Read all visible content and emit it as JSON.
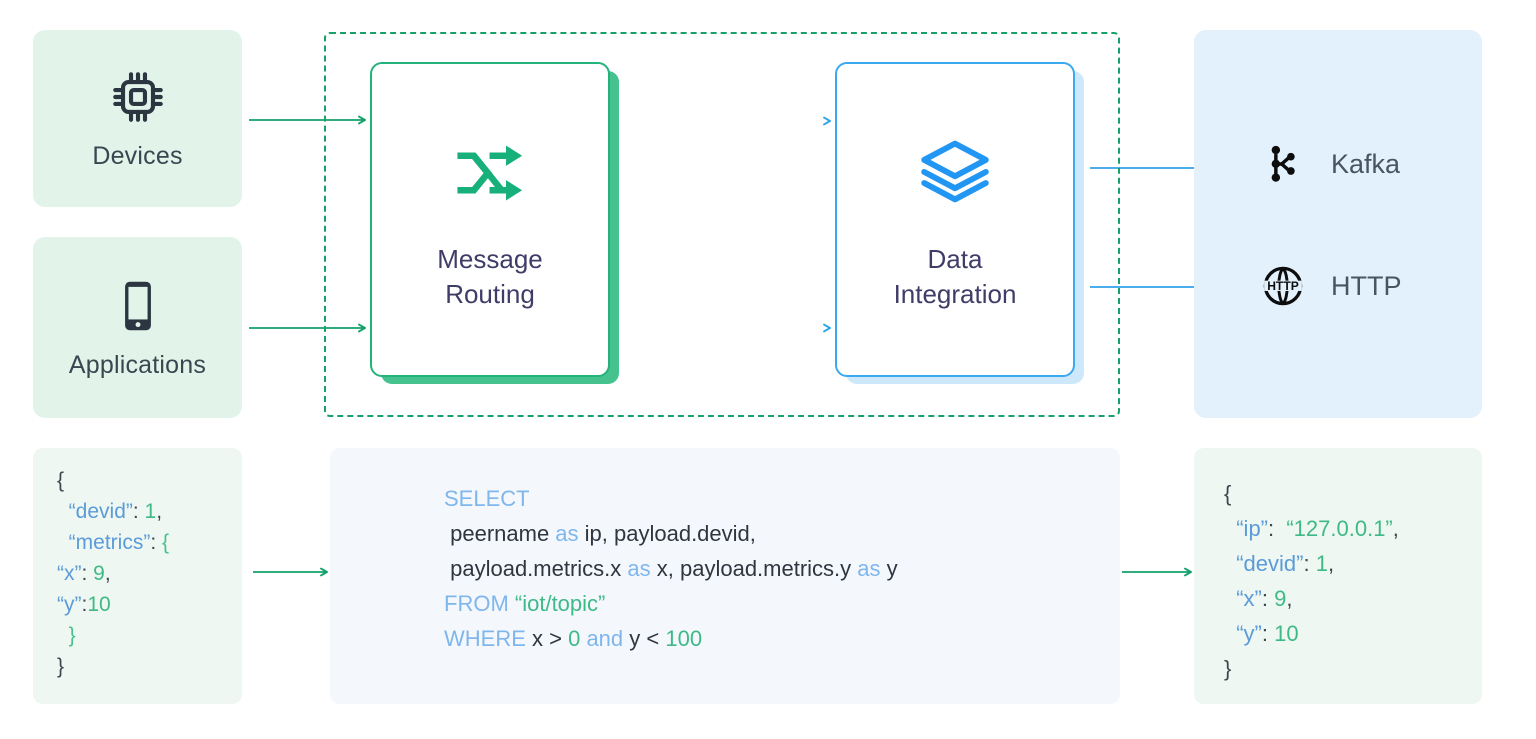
{
  "sources": {
    "items": [
      {
        "label": "Devices",
        "icon": "cpu-chip-icon"
      },
      {
        "label": "Applications",
        "icon": "mobile-phone-icon"
      }
    ]
  },
  "processing": {
    "items": [
      {
        "title_line1": "Message",
        "title_line2": "Routing",
        "icon": "shuffle-icon",
        "accent": "#23b37b"
      },
      {
        "title_line1": "Data",
        "title_line2": "Integration",
        "icon": "layers-icon",
        "accent": "#3aa9f0"
      }
    ]
  },
  "sinks": {
    "items": [
      {
        "label": "Kafka",
        "icon": "kafka-icon"
      },
      {
        "label": "HTTP",
        "icon": "http-globe-icon"
      }
    ]
  },
  "json_input": {
    "lines": [
      [
        {
          "t": "{",
          "c": "brace"
        }
      ],
      [
        {
          "t": "  ",
          "c": "plain"
        },
        {
          "t": "“devid”",
          "c": "key"
        },
        {
          "t": ": ",
          "c": "brace"
        },
        {
          "t": "1",
          "c": "num"
        },
        {
          "t": ",",
          "c": "brace"
        }
      ],
      [
        {
          "t": "  ",
          "c": "plain"
        },
        {
          "t": "“metrics”",
          "c": "key"
        },
        {
          "t": ": ",
          "c": "brace"
        },
        {
          "t": "{",
          "c": "brace-g"
        }
      ],
      [
        {
          "t": "“x”",
          "c": "key"
        },
        {
          "t": ": ",
          "c": "brace"
        },
        {
          "t": "9",
          "c": "num"
        },
        {
          "t": ",",
          "c": "brace"
        }
      ],
      [
        {
          "t": "“y”",
          "c": "key"
        },
        {
          "t": ":",
          "c": "brace"
        },
        {
          "t": "10",
          "c": "num"
        }
      ],
      [
        {
          "t": "  ",
          "c": "plain"
        },
        {
          "t": "}",
          "c": "brace-g"
        }
      ],
      [
        {
          "t": "}",
          "c": "brace"
        }
      ]
    ]
  },
  "sql": {
    "lines": [
      [
        {
          "t": "SELECT",
          "c": "kw"
        }
      ],
      [
        {
          "t": " peername ",
          "c": "id"
        },
        {
          "t": "as",
          "c": "as"
        },
        {
          "t": " ip, payload.devid,",
          "c": "id"
        }
      ],
      [
        {
          "t": " payload.metrics.x ",
          "c": "id"
        },
        {
          "t": "as",
          "c": "as"
        },
        {
          "t": " x, payload.metrics.y ",
          "c": "id"
        },
        {
          "t": "as",
          "c": "as"
        },
        {
          "t": " y",
          "c": "id"
        }
      ],
      [
        {
          "t": "FROM ",
          "c": "kw"
        },
        {
          "t": "“iot/topic”",
          "c": "str"
        }
      ],
      [
        {
          "t": "WHERE ",
          "c": "kw"
        },
        {
          "t": "x > ",
          "c": "id"
        },
        {
          "t": "0",
          "c": "num"
        },
        {
          "t": " and ",
          "c": "and"
        },
        {
          "t": "y < ",
          "c": "id"
        },
        {
          "t": "100",
          "c": "num"
        }
      ]
    ]
  },
  "json_output": {
    "lines": [
      [
        {
          "t": "{",
          "c": "brace"
        }
      ],
      [
        {
          "t": "  ",
          "c": "plain"
        },
        {
          "t": "“ip”",
          "c": "key"
        },
        {
          "t": ":  ",
          "c": "brace"
        },
        {
          "t": "“127.0.0.1”",
          "c": "str"
        },
        {
          "t": ",",
          "c": "brace"
        }
      ],
      [
        {
          "t": "  ",
          "c": "plain"
        },
        {
          "t": "“devid”",
          "c": "key"
        },
        {
          "t": ": ",
          "c": "brace"
        },
        {
          "t": "1",
          "c": "num"
        },
        {
          "t": ",",
          "c": "brace"
        }
      ],
      [
        {
          "t": "  ",
          "c": "plain"
        },
        {
          "t": "“x”",
          "c": "key"
        },
        {
          "t": ": ",
          "c": "brace"
        },
        {
          "t": "9",
          "c": "num"
        },
        {
          "t": ",",
          "c": "brace"
        }
      ],
      [
        {
          "t": "  ",
          "c": "plain"
        },
        {
          "t": "“y”",
          "c": "key"
        },
        {
          "t": ": ",
          "c": "brace"
        },
        {
          "t": "10",
          "c": "num"
        }
      ],
      [
        {
          "t": "}",
          "c": "brace"
        }
      ]
    ]
  },
  "colors": {
    "green": "#23b37b",
    "green_dark": "#12a06b",
    "blue": "#2fa3e8",
    "source_bg": "#e2f3ea",
    "sink_bg": "#e3f1fc",
    "sql_bg": "#f4f8fd",
    "json_bg": "#eef7f1",
    "title_text": "#3f3d68",
    "label_text": "#3a4750"
  }
}
